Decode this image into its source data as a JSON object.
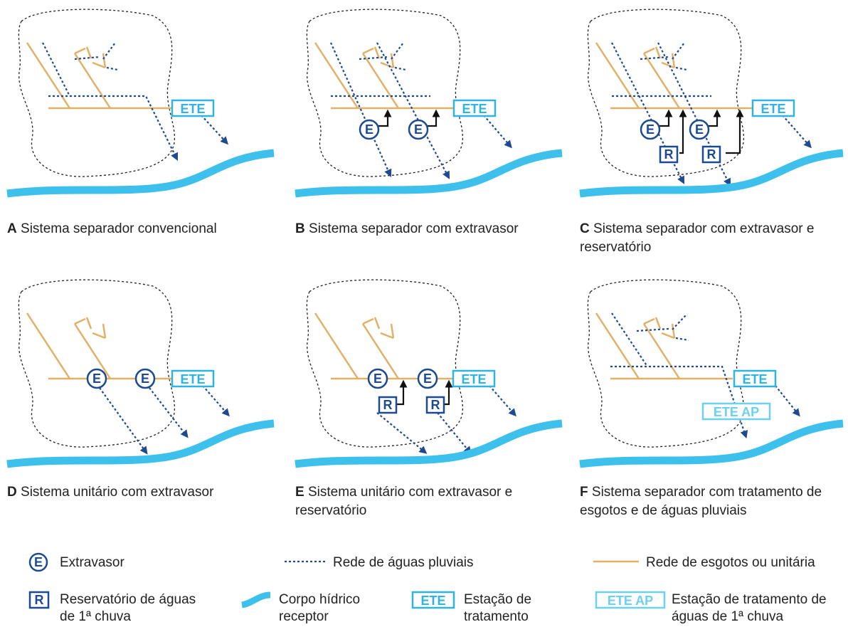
{
  "colors": {
    "sewer": "#e2b067",
    "storm": "#1e4a92",
    "river": "#3ec0ec",
    "ete": "#2eb3e3",
    "ete_ap": "#6cd0f0",
    "overflow_arrow": "#111111"
  },
  "panels": [
    {
      "letter": "A",
      "text": "Sistema separador convencional",
      "ete_label": "ETE"
    },
    {
      "letter": "B",
      "text": "Sistema separador com extravasor",
      "ete_label": "ETE",
      "extravasor_label": "E"
    },
    {
      "letter": "C",
      "text": "Sistema separador com extravasor e reservatório",
      "ete_label": "ETE",
      "extravasor_label": "E",
      "reservoir_label": "R"
    },
    {
      "letter": "D",
      "text": "Sistema unitário com extravasor",
      "ete_label": "ETE",
      "extravasor_label": "E"
    },
    {
      "letter": "E",
      "text": "Sistema unitário com extravasor e reservatório",
      "ete_label": "ETE",
      "extravasor_label": "E",
      "reservoir_label": "R"
    },
    {
      "letter": "F",
      "text": "Sistema separador com tratamento de esgotos e de águas pluviais",
      "ete_label": "ETE",
      "ete_ap_label": "ETE AP"
    }
  ],
  "legend": {
    "extravasor": {
      "symbol": "E",
      "text": "Extravasor",
      "icon": "extravasor-circle-icon"
    },
    "storm_network": {
      "text": "Rede de águas pluviais",
      "icon": "dotted-line-icon"
    },
    "sewer_network": {
      "text": "Rede de esgotos ou unitária",
      "icon": "solid-line-icon"
    },
    "reservoir": {
      "symbol": "R",
      "text": "Reservatório de águas  de 1ª chuva",
      "icon": "reservoir-box-icon"
    },
    "water_body": {
      "text": "Corpo hídrico receptor",
      "icon": "river-stroke-icon"
    },
    "ete": {
      "symbol": "ETE",
      "text": "Estação de tratamento",
      "icon": "ete-box-icon"
    },
    "ete_ap": {
      "symbol": "ETE AP",
      "text": "Estação de tratamento de águas de 1ª chuva",
      "icon": "ete-ap-box-icon"
    }
  }
}
